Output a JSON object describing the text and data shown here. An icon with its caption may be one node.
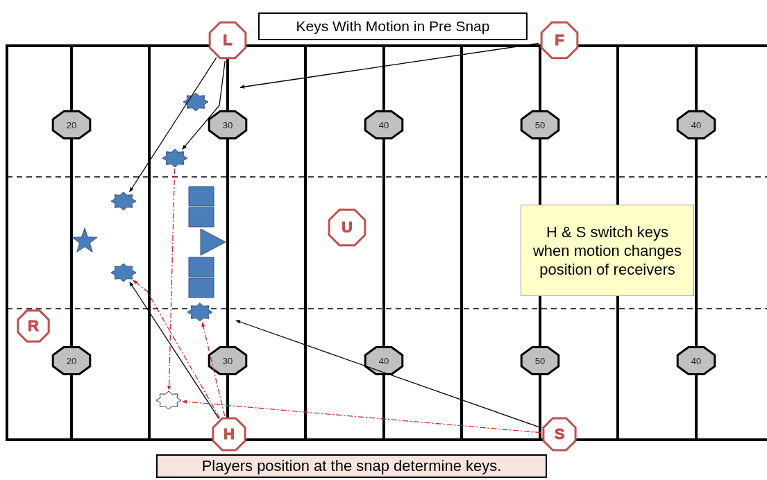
{
  "diagram": {
    "title": "Keys With Motion in Pre Snap",
    "caption": "Players position at the snap determine keys.",
    "nodes": [
      {
        "text": [
          "L"
        ]
      },
      {
        "text": [
          "F"
        ]
      },
      {
        "text": [
          "20"
        ]
      },
      {
        "text": [
          "30"
        ]
      },
      {
        "text": [
          "40"
        ]
      },
      {
        "text": [
          "50"
        ]
      },
      {
        "text": [
          "40"
        ]
      },
      {
        "text": [],
        "shape": "star"
      },
      {
        "text": [],
        "shape": "star"
      },
      {
        "text": [],
        "shape": "star"
      },
      {
        "text": [
          "U"
        ]
      },
      {
        "text": [],
        "shape": "star"
      },
      {
        "text": [],
        "shape": "box"
      },
      {
        "text": [],
        "shape": "box"
      },
      {
        "text": [],
        "shape": "triangle"
      },
      {
        "text": [
          "H & S switch keys when motion changes position of receivers"
        ]
      },
      {
        "text": [],
        "shape": "box"
      },
      {
        "text": [],
        "shape": "box"
      },
      {
        "text": [],
        "shape": "star"
      },
      {
        "text": [],
        "shape": "star"
      },
      {
        "text": [
          "R"
        ]
      },
      {
        "text": [
          "20"
        ]
      },
      {
        "text": [
          "30"
        ]
      },
      {
        "text": [
          "40"
        ]
      },
      {
        "text": [
          "50"
        ]
      },
      {
        "text": [
          "40"
        ]
      },
      {
        "text": [],
        "shape": "star"
      },
      {
        "text": [
          "H"
        ]
      },
      {
        "text": [
          "S"
        ]
      }
    ],
    "edges": [
      {
        "from": 0,
        "to": 9,
        "arrow": "to"
      },
      {
        "from": 0,
        "to": 8,
        "arrow": "to"
      },
      {
        "from": 1,
        "to": null,
        "arrow": "to"
      },
      {
        "from": 28,
        "to": null,
        "arrow": "to"
      },
      {
        "from": 27,
        "to": 18,
        "arrow": "to"
      },
      {
        "from": 27,
        "to": 18,
        "arrow": "to",
        "style": "dashed",
        "color": "#e02020"
      },
      {
        "from": 27,
        "to": 19,
        "arrow": "to",
        "style": "dashed",
        "color": "#e02020"
      },
      {
        "from": 28,
        "to": 26,
        "arrow": "to",
        "style": "dashed",
        "color": "#e02020"
      },
      {
        "from": 8,
        "to": 26,
        "arrow": "to",
        "style": "dashed",
        "color": "#e02020"
      }
    ]
  }
}
